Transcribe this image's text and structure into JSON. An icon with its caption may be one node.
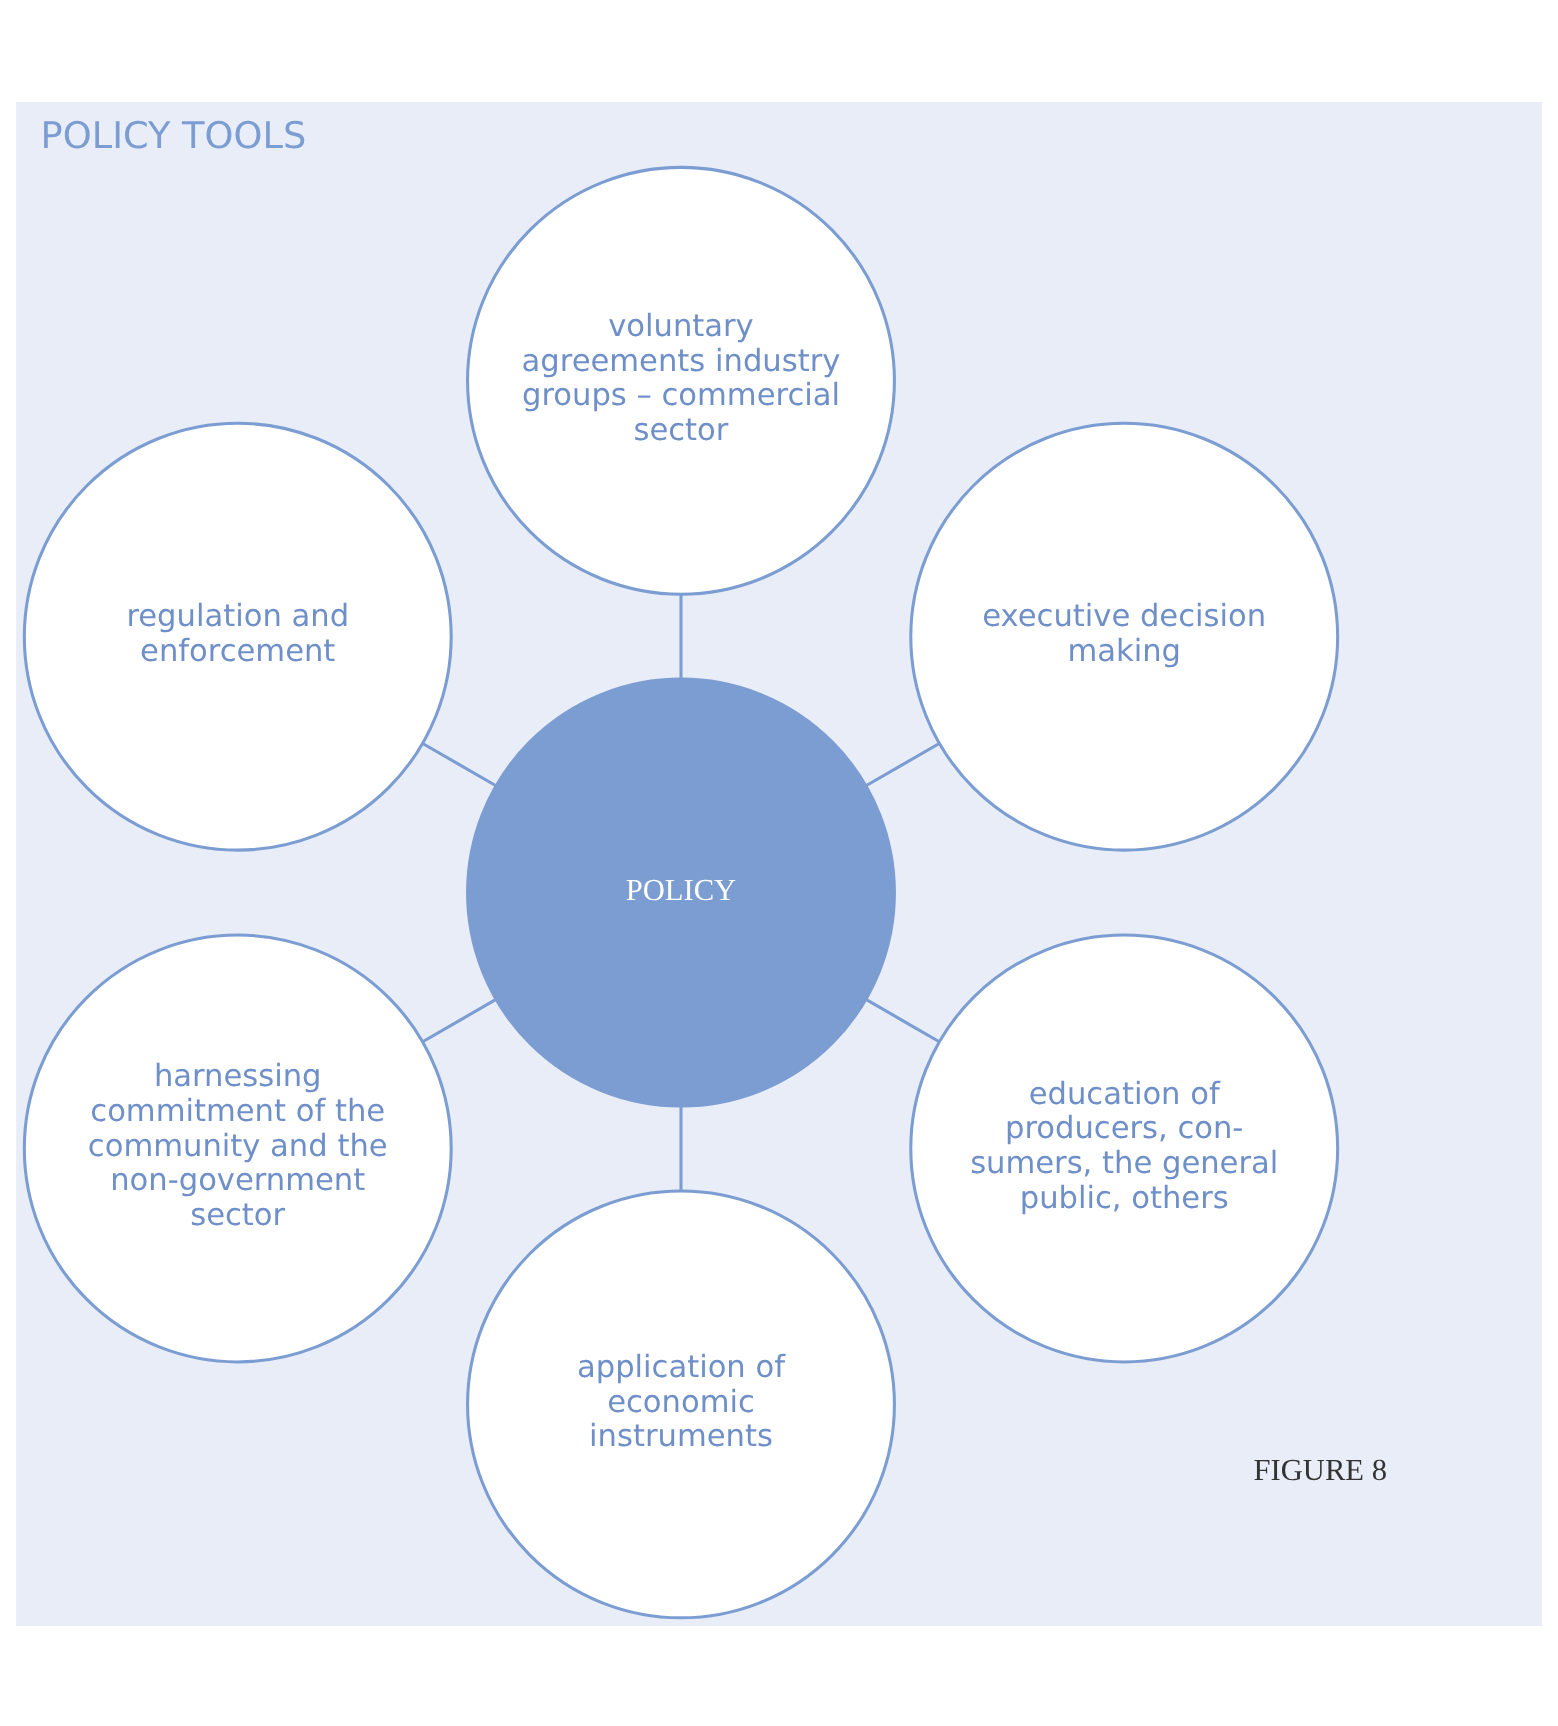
{
  "diagram": {
    "title": "POLICY TOOLS",
    "nodes": [
      {
        "text": [
          "POLICY"
        ]
      },
      {
        "text": [
          "executive decision making"
        ]
      },
      {
        "text": [
          "voluntary agreements industry groups – commercial sector"
        ]
      },
      {
        "text": [
          "regulation and enforcement"
        ]
      },
      {
        "text": [
          "harnessing commitment of the community and the non-government sector"
        ]
      },
      {
        "text": [
          "application of economic instruments"
        ]
      },
      {
        "text": [
          "education of producers, con- sumers, the general public, others"
        ]
      }
    ],
    "edges": [
      {
        "from": 0,
        "to": 1,
        "arrow": "none"
      },
      {
        "from": 0,
        "to": 3,
        "arrow": "none"
      },
      {
        "from": 0,
        "to": 5,
        "arrow": "none"
      },
      {
        "from": 0,
        "to": 6,
        "arrow": "none"
      },
      {
        "from": 0,
        "to": 4,
        "arrow": "none"
      },
      {
        "from": 0,
        "to": 2,
        "arrow": "none"
      }
    ],
    "labels": [
      "FIGURE 8"
    ]
  }
}
